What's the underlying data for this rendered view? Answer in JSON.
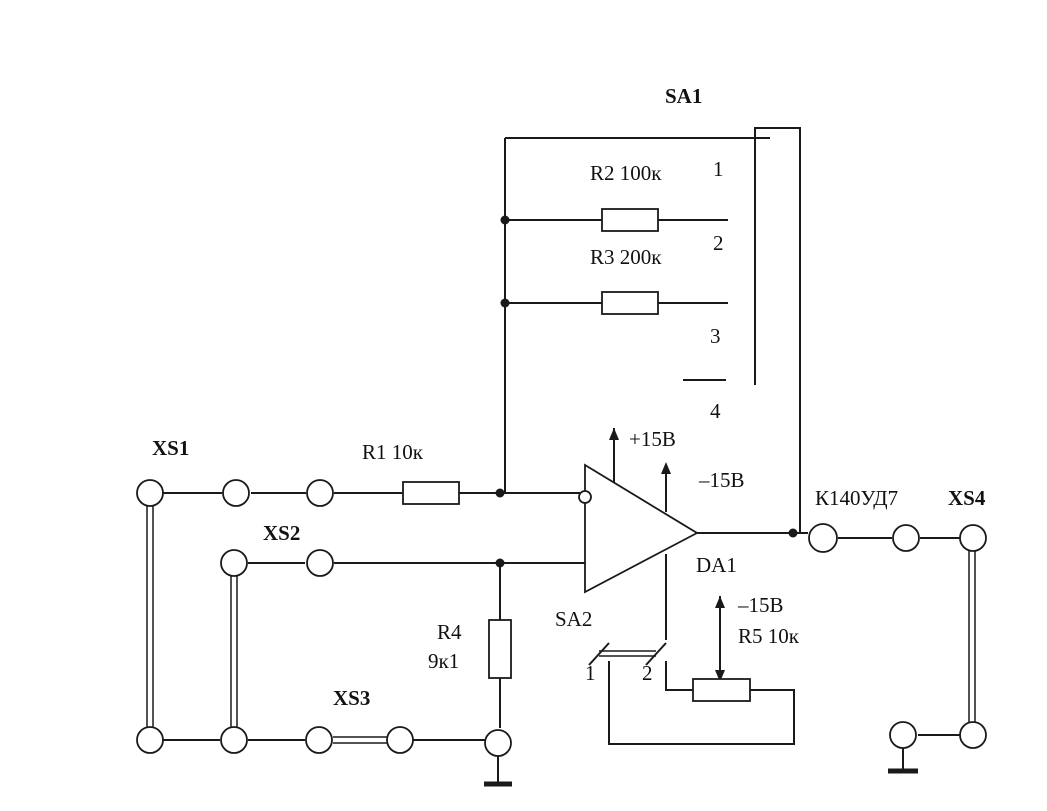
{
  "labels": {
    "sa1": "SA1",
    "r2": "R2  100к",
    "r3": "R3  200к",
    "pos1": "1",
    "pos2": "2",
    "pos3": "3",
    "pos4": "4",
    "xs1": "XS1",
    "r1": "R1  10к",
    "plus15": "+15B",
    "minus15_opamp": "–15B",
    "k140": "К140УД7",
    "xs4": "XS4",
    "xs2": "XS2",
    "da1": "DA1",
    "minus15_pot": "–15B",
    "sa2": "SA2",
    "r5": "R5  10к",
    "r4": "R4",
    "r4_val": "9к1",
    "sa2_pos1": "1",
    "sa2_pos2": "2",
    "xs3": "XS3"
  }
}
